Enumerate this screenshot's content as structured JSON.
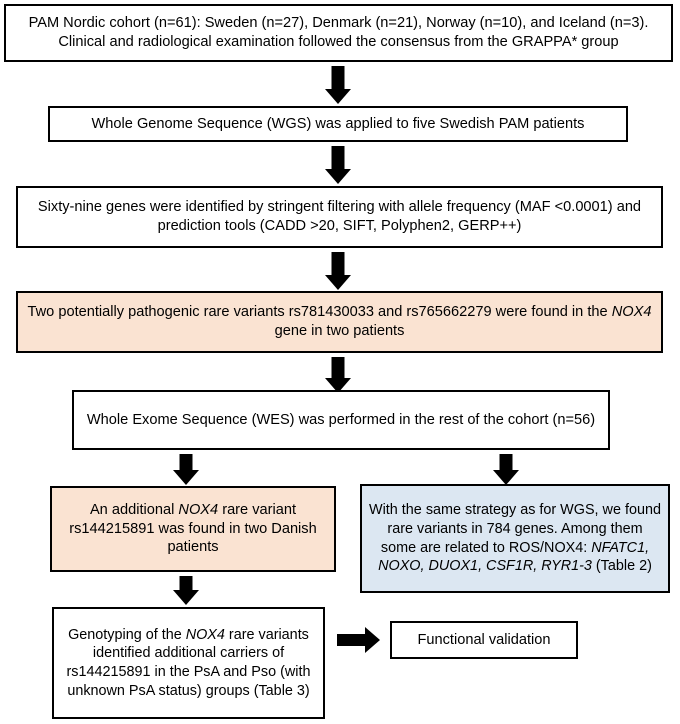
{
  "figure": {
    "type": "flowchart",
    "title": "PAM Nordic cohort genetic study workflow",
    "orientation": "top-to-bottom",
    "colors": {
      "box_border": "#000000",
      "box_fill_default": "#ffffff",
      "box_fill_highlight_peach": "#fae3d2",
      "box_fill_highlight_blue": "#dce7f2",
      "arrow": "#000000",
      "text": "#000000"
    }
  },
  "nodes": {
    "cohort": {
      "id": "node-cohort",
      "fill": "#ffffff",
      "text": "PAM Nordic cohort (n=61): Sweden (n=27), Denmark (n=21), Norway (n=10), and Iceland (n=3). Clinical and radiological examination followed the consensus from the GRAPPA* group"
    },
    "wgs": {
      "id": "node-wgs",
      "fill": "#ffffff",
      "text": "Whole Genome Sequence (WGS) was applied to five Swedish PAM patients"
    },
    "filtering": {
      "id": "node-filtering",
      "fill": "#ffffff",
      "text": "Sixty-nine genes were identified by stringent filtering with allele frequency (MAF <0.0001) and prediction tools (CADD >20, SIFT, Polyphen2, GERP++)"
    },
    "variants_nox4": {
      "id": "node-variants-nox4",
      "fill": "#fae3d2",
      "line1": "Two potentially pathogenic rare variants rs781430033 and rs765662279 were found in the",
      "gene_italic": "NOX4",
      "line2_tail": " gene in two patients"
    },
    "wes": {
      "id": "node-wes",
      "fill": "#ffffff",
      "text": "Whole Exome Sequence (WES) was performed in the rest of the cohort (n=56)"
    },
    "danish_variant": {
      "id": "node-danish-variant",
      "fill": "#fae3d2",
      "prefix": "An additional ",
      "gene_italic": "NOX4",
      "suffix": " rare variant rs144215891 was found in two Danish patients"
    },
    "wes_results": {
      "id": "node-wes-results",
      "fill": "#dce7f2",
      "line1": "With the same strategy as for WGS, we found rare variants in 784 genes. Among them some are related to ROS/NOX4:",
      "genes_italic": "NFATC1, NOXO, DUOX1, CSF1R, RYR1-3",
      "table_ref": " (Table 2)"
    },
    "genotyping": {
      "id": "node-genotyping",
      "fill": "#ffffff",
      "prefix": "Genotyping of the ",
      "gene_italic": "NOX4",
      "suffix": " rare variants identified additional carriers of rs144215891 in the PsA and Pso (with unknown PsA status) groups (Table 3)"
    },
    "functional_validation": {
      "id": "node-functional-validation",
      "fill": "#ffffff",
      "text": "Functional validation"
    }
  },
  "edges": [
    {
      "id": "edge-cohort-to-wgs",
      "from": "cohort",
      "to": "wgs",
      "direction": "down"
    },
    {
      "id": "edge-wgs-to-filtering",
      "from": "wgs",
      "to": "filtering",
      "direction": "down"
    },
    {
      "id": "edge-filtering-to-variants",
      "from": "filtering",
      "to": "variants_nox4",
      "direction": "down"
    },
    {
      "id": "edge-variants-to-wes",
      "from": "variants_nox4",
      "to": "wes",
      "direction": "down"
    },
    {
      "id": "edge-wes-to-danish",
      "from": "wes",
      "to": "danish_variant",
      "direction": "down"
    },
    {
      "id": "edge-wes-to-results",
      "from": "wes",
      "to": "wes_results",
      "direction": "down"
    },
    {
      "id": "edge-danish-to-genotyping",
      "from": "danish_variant",
      "to": "genotyping",
      "direction": "down"
    },
    {
      "id": "edge-genotyping-to-validation",
      "from": "genotyping",
      "to": "functional_validation",
      "direction": "right"
    }
  ]
}
